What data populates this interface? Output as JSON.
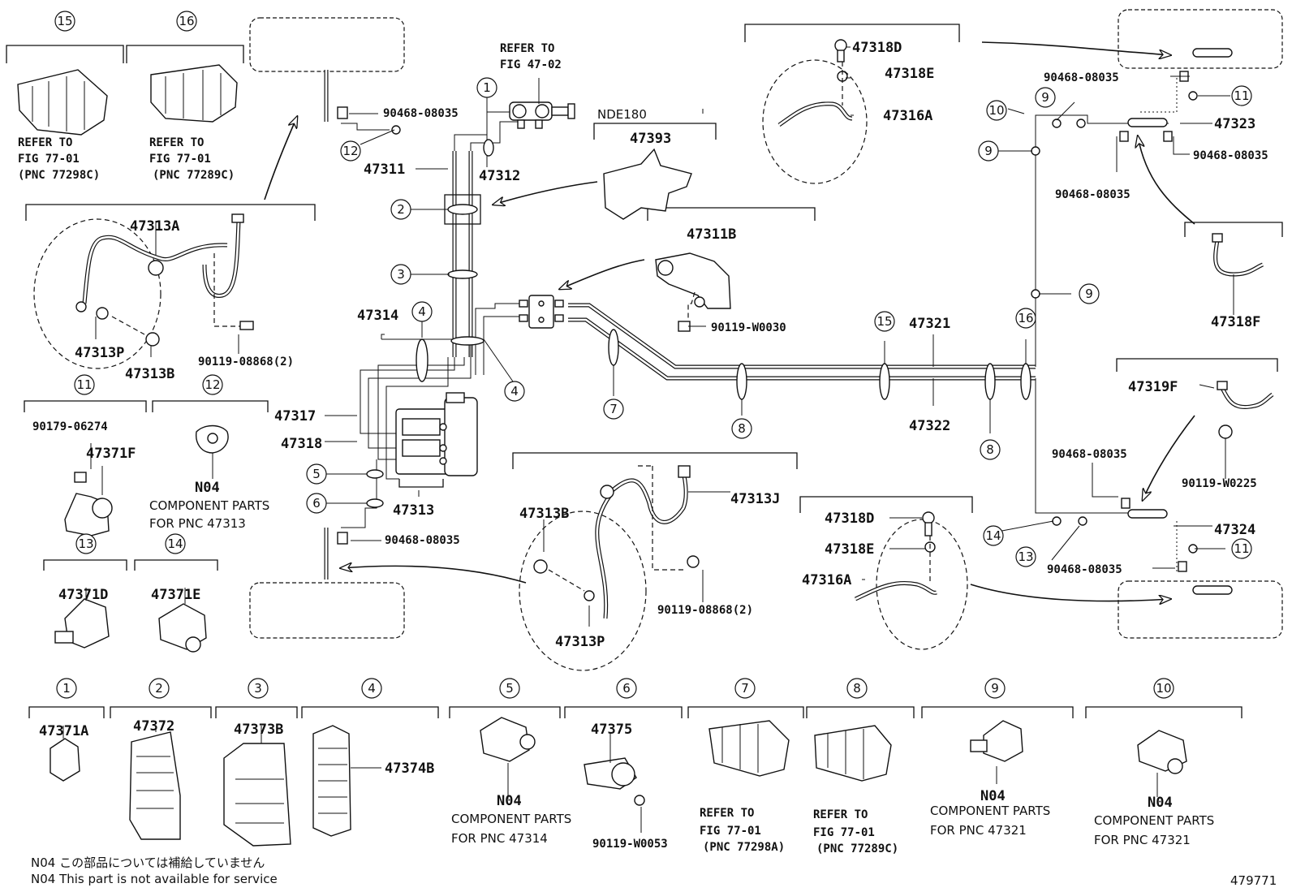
{
  "figure_number": "479771",
  "reference_notes": {
    "fig_47_02": [
      "REFER TO",
      "FIG 47-02"
    ],
    "clamp_15": [
      "REFER TO",
      "FIG 77-01",
      "(PNC 77298C)"
    ],
    "clamp_16": [
      "REFER TO",
      "FIG 77-01",
      "(PNC 77289C)"
    ],
    "clamp_7": [
      "REFER TO",
      "FIG 77-01",
      "(PNC 77298A)"
    ],
    "clamp_8": [
      "REFER TO",
      "FIG 77-01",
      "(PNC 77289C)"
    ]
  },
  "component_notes": {
    "n04_47313": [
      "N04",
      "COMPONENT PARTS",
      "FOR PNC 47313"
    ],
    "n04_47314": [
      "N04",
      "COMPONENT PARTS",
      "FOR PNC 47314"
    ],
    "n04_47321_a": [
      "N04",
      "COMPONENT PARTS",
      "FOR PNC 47321"
    ],
    "n04_47321_b": [
      "N04",
      "COMPONENT PARTS",
      "FOR PNC 47321"
    ]
  },
  "model_label": "NDE180",
  "footnotes": [
    "N04 この部品については補給していません",
    "N04 This part is not available for service"
  ],
  "callout_numbers": [
    "1",
    "2",
    "3",
    "4",
    "5",
    "6",
    "7",
    "8",
    "9",
    "10",
    "11",
    "12",
    "13",
    "14",
    "15",
    "16"
  ],
  "part_numbers": {
    "p47311": "47311",
    "p47312": "47312",
    "p47393": "47393",
    "p47311B": "47311B",
    "p47313A": "47313A",
    "p47313P": "47313P",
    "p47313B": "47313B",
    "p47314": "47314",
    "p47317": "47317",
    "p47318": "47318",
    "p47313": "47313",
    "p47321": "47321",
    "p47322": "47322",
    "p47313J": "47313J",
    "p47318D": "47318D",
    "p47318E": "47318E",
    "p47316A": "47316A",
    "p47323": "47323",
    "p47318F": "47318F",
    "p47319F": "47319F",
    "p47324": "47324",
    "p47371F": "47371F",
    "p47371D": "47371D",
    "p47371E": "47371E",
    "p47371A": "47371A",
    "p47372": "47372",
    "p47373B": "47373B",
    "p47374B": "47374B",
    "p47375": "47375",
    "b90468": "90468-08035",
    "b90119_W0030": "90119-W0030",
    "b90119_08868": "90119-08868(2)",
    "b90179": "90179-06274",
    "b90119_W0225": "90119-W0225",
    "b90119_W0053": "90119-W0053"
  }
}
